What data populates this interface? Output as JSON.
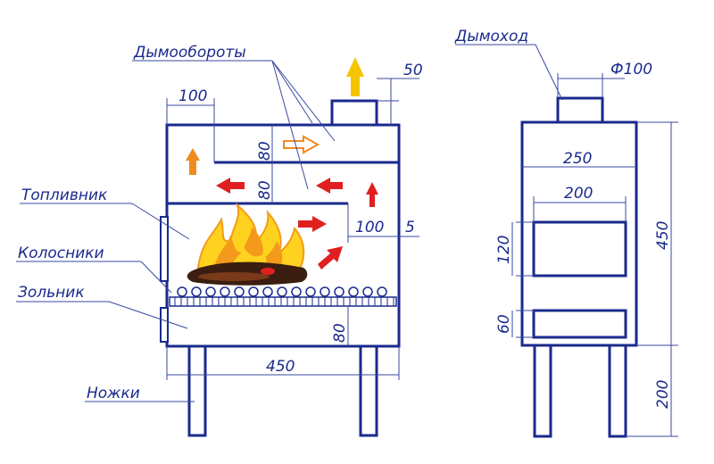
{
  "labels": {
    "smoke_turns": "Дымообороты",
    "firebox": "Топливник",
    "grates": "Колосники",
    "ash_pit": "Зольник",
    "legs": "Ножки",
    "chimney": "Дымоход"
  },
  "dimensions": {
    "chimney_height": "50",
    "flue_offset": "100",
    "baffle_gap_upper": "80",
    "baffle_gap_lower": "80",
    "baffle_to_wall": "100",
    "baffle_thickness": "5",
    "ash_pit_height": "80",
    "body_width": "450",
    "chimney_diameter": "Ф100",
    "front_top_width": "250",
    "door_width": "200",
    "door_height": "120",
    "ash_door_height": "60",
    "body_height": "450",
    "legs_height": "200"
  },
  "colors": {
    "line": "#1a2a8c",
    "arrow_red": "#e02020",
    "arrow_orange": "#f08a20",
    "arrow_yellow": "#f5c400",
    "flame_yellow": "#ffd21f",
    "flame_orange": "#f39a1a",
    "wood_dark": "#3b1e10"
  }
}
